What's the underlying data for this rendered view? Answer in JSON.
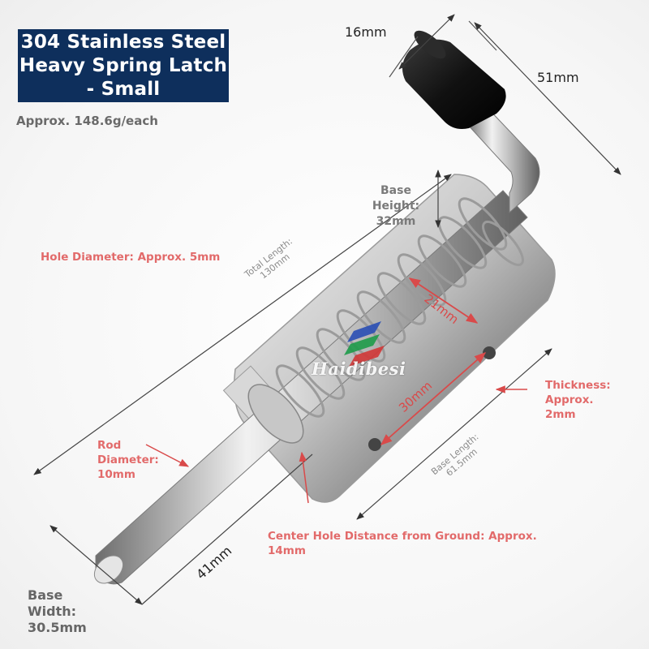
{
  "title": {
    "line1": "304 Stainless Steel",
    "line2": "Heavy Spring Latch",
    "line3": "- Small"
  },
  "weight": "Approx. 148.6g/each",
  "dimensions": {
    "knob_diameter": "16mm",
    "handle_height": "51mm",
    "base_height": {
      "line1": "Base",
      "line2": "Height:",
      "line3": "32mm"
    },
    "hole_diameter": "Hole Diameter: Approx. 5mm",
    "total_length": {
      "line1": "Total Length:",
      "line2": "130mm"
    },
    "spring_length": "21mm",
    "hole_spacing": "30mm",
    "thickness": {
      "line1": "Thickness:",
      "line2": "Approx.",
      "line3": "2mm"
    },
    "rod_diameter": {
      "line1": "Rod",
      "line2": "Diameter:",
      "line3": "10mm"
    },
    "base_length": {
      "line1": "Base Length:",
      "line2": "61.5mm"
    },
    "center_hole": {
      "line1": "Center Hole Distance from Ground: Approx.",
      "line2": "14mm"
    },
    "rod_extension": "41mm",
    "base_width": {
      "line1": "Base",
      "line2": "Width:",
      "line3": "30.5mm"
    }
  },
  "watermark": "Haidibesi",
  "colors": {
    "title_bg": "#0e2f5c",
    "red_label": "#e26a6a",
    "dimension_line": "#444444"
  }
}
